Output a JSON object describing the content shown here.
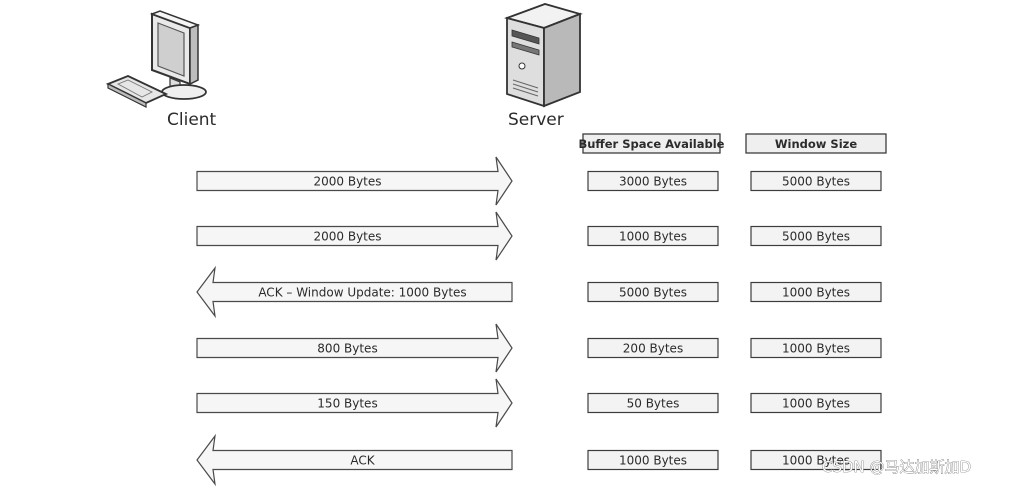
{
  "nodes": {
    "client": {
      "label": "Client",
      "icon": "desktop-computer-icon"
    },
    "server": {
      "label": "Server",
      "icon": "tower-server-icon"
    }
  },
  "table": {
    "headers": {
      "buffer": "Buffer Space Available",
      "window": "Window Size"
    }
  },
  "rows": [
    {
      "direction": "to-server",
      "message": "2000 Bytes",
      "buffer": "3000 Bytes",
      "window": "5000 Bytes"
    },
    {
      "direction": "to-server",
      "message": "2000 Bytes",
      "buffer": "1000 Bytes",
      "window": "5000 Bytes"
    },
    {
      "direction": "to-client",
      "message": "ACK – Window Update: 1000 Bytes",
      "buffer": "5000 Bytes",
      "window": "1000 Bytes"
    },
    {
      "direction": "to-server",
      "message": "800 Bytes",
      "buffer": "200 Bytes",
      "window": "1000 Bytes"
    },
    {
      "direction": "to-server",
      "message": "150 Bytes",
      "buffer": "50 Bytes",
      "window": "1000 Bytes"
    },
    {
      "direction": "to-client",
      "message": "ACK",
      "buffer": "1000 Bytes",
      "window": "1000 Bytes"
    }
  ],
  "watermark": "CSDN @马达加斯加D"
}
